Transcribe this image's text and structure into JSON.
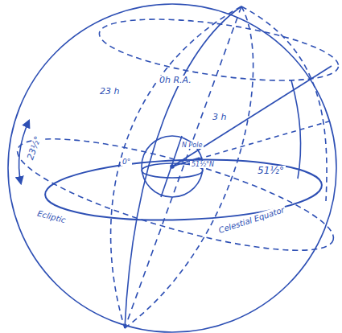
{
  "diagram": {
    "labels": [
      "23½°",
      "23 h",
      "0h R.A.",
      "3 h",
      "N Pole",
      "51½°N",
      "51½°",
      "0°",
      "Ecliptic",
      "Celestial Equator"
    ]
  }
}
